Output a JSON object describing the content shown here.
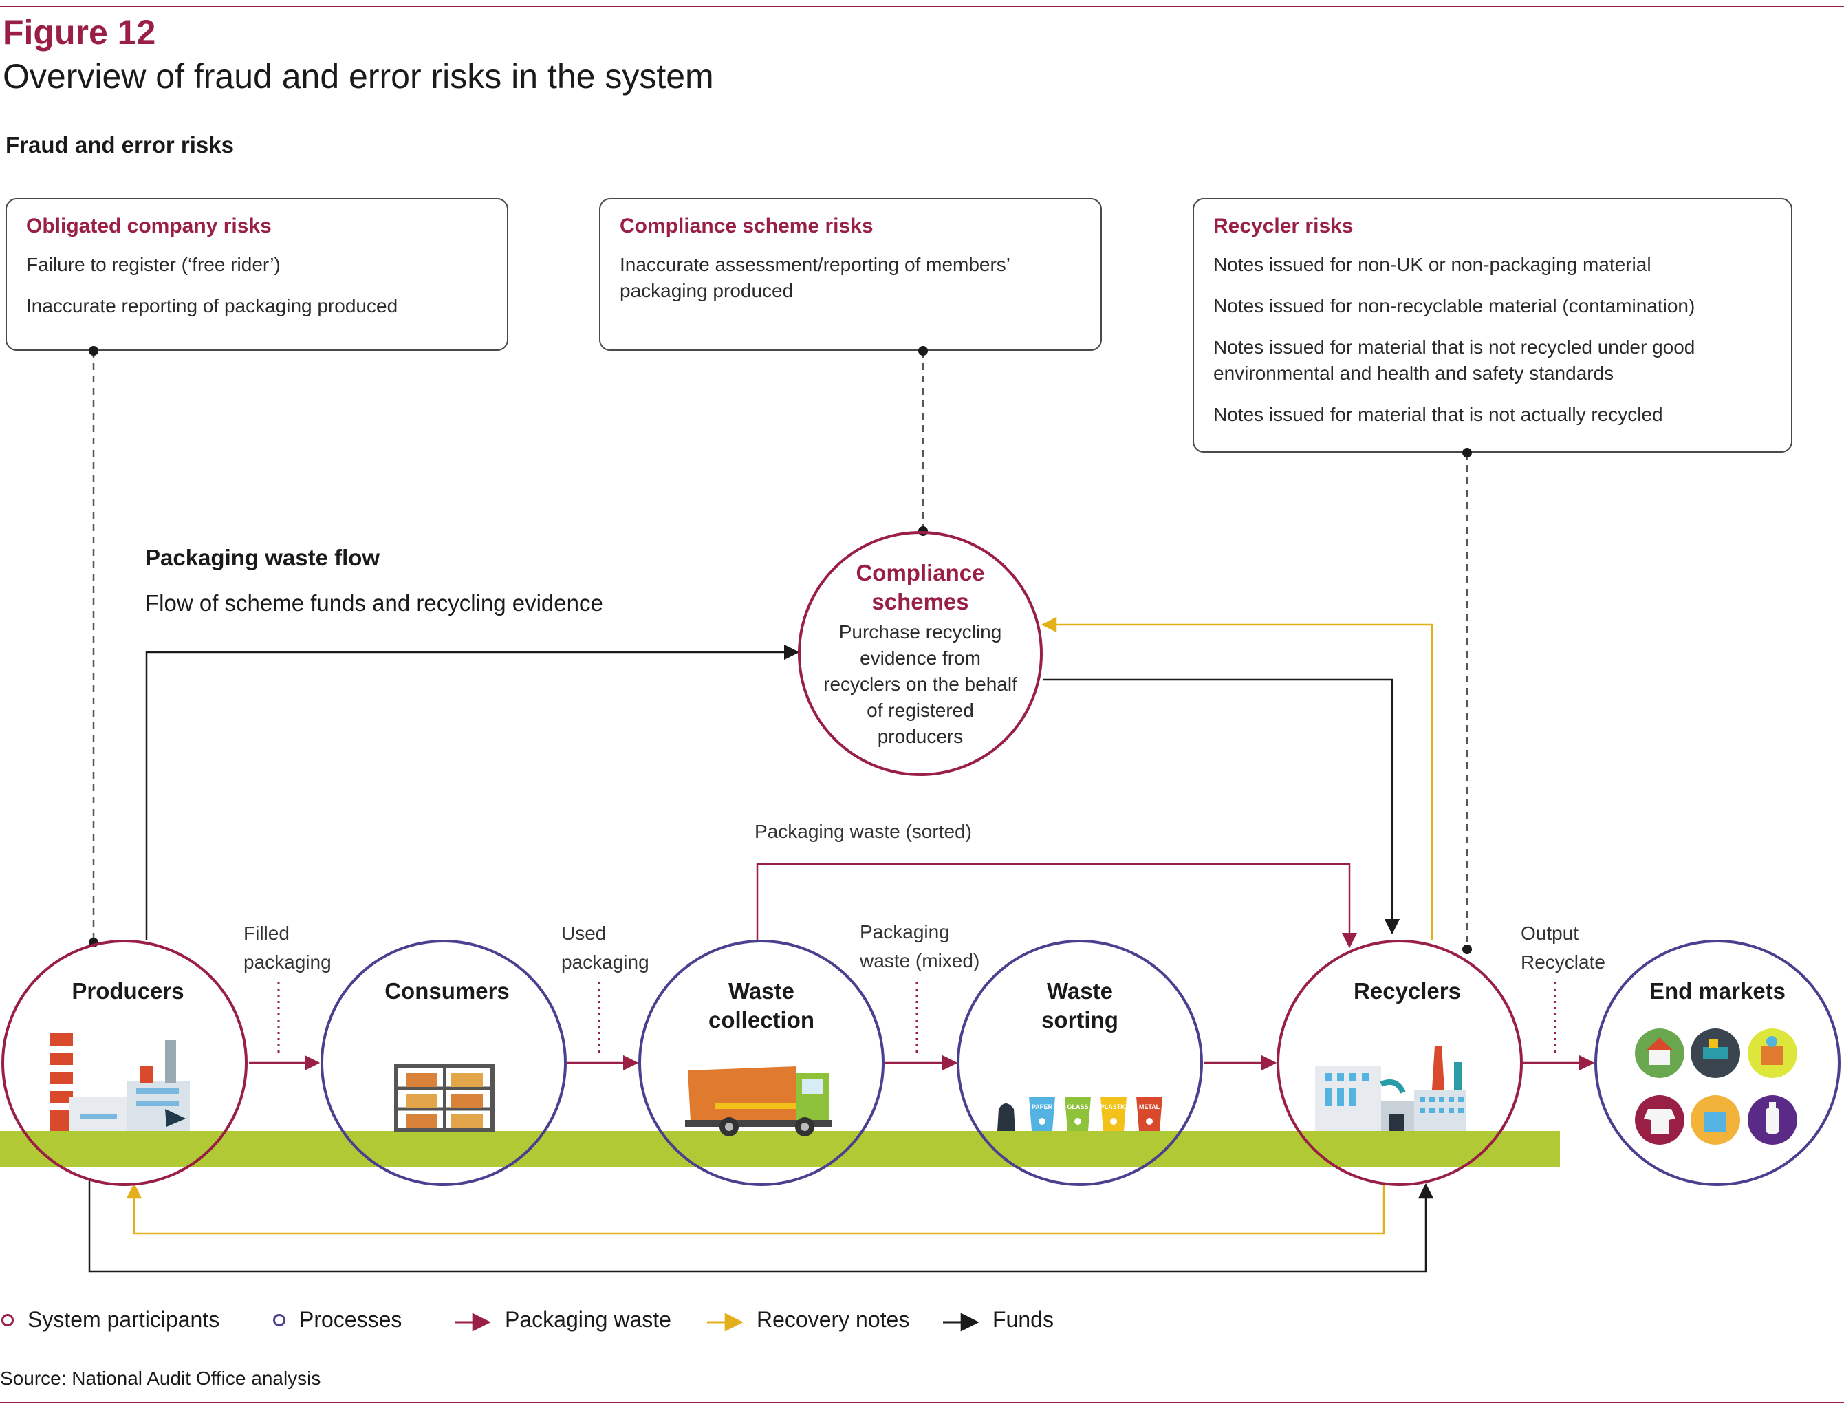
{
  "figure": {
    "label": "Figure 12",
    "title": "Overview of fraud and error risks in the system"
  },
  "risks_heading": "Fraud and error risks",
  "risk_boxes": {
    "obligated": {
      "title": "Obligated company risks",
      "items": [
        "Failure to register (‘free rider’)",
        "Inaccurate reporting of packaging produced"
      ]
    },
    "compliance": {
      "title": "Compliance scheme risks",
      "items": [
        "Inaccurate assessment/reporting of members’ packaging produced"
      ]
    },
    "recycler": {
      "title": "Recycler risks",
      "items": [
        "Notes issued for non-UK or non-packaging material",
        "Notes issued for non-recyclable material (contamination)",
        "Notes issued for material that is not recycled under good environmental and health and safety standards",
        "Notes issued for material that is not actually recycled"
      ]
    }
  },
  "flow_heading": "Packaging waste flow",
  "flow_subheading": "Flow of scheme funds and recycling evidence",
  "compliance_node": {
    "title": "Compliance schemes",
    "description": "Purchase recycling evidence from recyclers on the behalf of registered producers"
  },
  "nodes": {
    "producers": "Producers",
    "consumers": "Consumers",
    "waste_collection": "Waste collection",
    "waste_sorting": "Waste sorting",
    "recyclers": "Recyclers",
    "end_markets": "End markets"
  },
  "flow_labels": {
    "filled": "Filled packaging",
    "used": "Used packaging",
    "mixed": "Packaging waste (mixed)",
    "sorted": "Packaging waste (sorted)",
    "output": "Output Recyclate"
  },
  "bin_labels": [
    "PAPER",
    "GLASS",
    "PLASTIC",
    "METAL"
  ],
  "legend": {
    "participants": "System participants",
    "processes": "Processes",
    "packaging_waste": "Packaging waste",
    "recovery_notes": "Recovery notes",
    "funds": "Funds"
  },
  "colors": {
    "participant": "#9a1f45",
    "process": "#4a4090",
    "packaging_waste": "#9a1f45",
    "recovery_notes": "#e3b01c",
    "funds": "#1a1a1a",
    "ground": "#b0c935"
  },
  "source": "Source: National Audit Office analysis"
}
